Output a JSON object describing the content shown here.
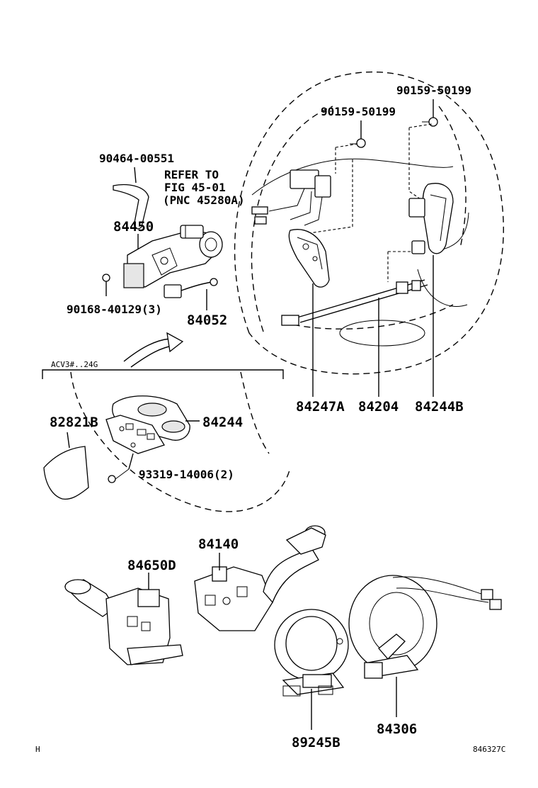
{
  "labels": {
    "p90159_50199_a": "90159-50199",
    "p90159_50199_b": "90159-50199",
    "p90464_00551": "90464-00551",
    "refer_1": "REFER TO",
    "refer_2": "FIG 45-01",
    "refer_3": "(PNC 45280A)",
    "p84450": "84450",
    "p90168_40129": "90168-40129(3)",
    "p84052": "84052",
    "p84247A": "84247A",
    "p84204": "84204",
    "p84244B": "84244B",
    "acv": "ACV3#..24G",
    "p82821B": "82821B",
    "p84244": "84244",
    "p93319_14006": "93319-14006(2)",
    "p84140": "84140",
    "p84650D": "84650D",
    "p84306": "84306",
    "p89245B": "89245B",
    "corner_h": "H",
    "code": "846327C"
  }
}
